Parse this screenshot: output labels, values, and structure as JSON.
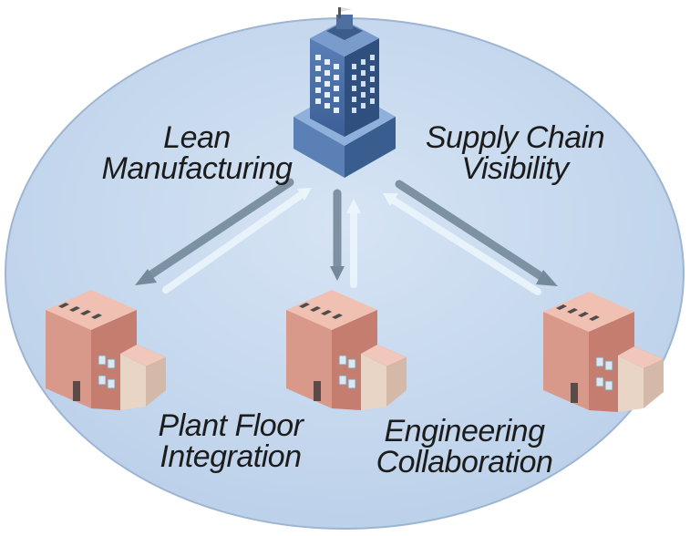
{
  "colors": {
    "ellipse_fill": "#c5d8ee",
    "ellipse_stroke": "#8fa9c6",
    "hq_front": "#4a6fa5",
    "hq_side": "#2d4f80",
    "hq_base": "#6a8fc0",
    "window": "#dbe8f8",
    "plant_front": "#d99a8c",
    "plant_side": "#b97263",
    "plant_roof": "#f0c2b5",
    "arrow_down": "#6f8596",
    "arrow_up": "#e8f3fb"
  },
  "diagram": {
    "nodes": [
      {
        "id": "headquarters",
        "type": "office-tower-icon"
      },
      {
        "id": "plant-left",
        "type": "factory-icon"
      },
      {
        "id": "plant-center",
        "type": "factory-icon"
      },
      {
        "id": "plant-right",
        "type": "factory-icon"
      }
    ],
    "edges": [
      {
        "from": "headquarters",
        "to": "plant-left",
        "direction": "bidirectional"
      },
      {
        "from": "headquarters",
        "to": "plant-center",
        "direction": "bidirectional"
      },
      {
        "from": "headquarters",
        "to": "plant-right",
        "direction": "bidirectional"
      }
    ]
  },
  "labels": {
    "lean_manufacturing": {
      "line1": "Lean",
      "line2": "Manufacturing"
    },
    "supply_chain": {
      "line1": "Supply Chain",
      "line2": "Visibility"
    },
    "plant_floor": {
      "line1": "Plant Floor",
      "line2": "Integration"
    },
    "engineering": {
      "line1": "Engineering",
      "line2": "Collaboration"
    }
  }
}
